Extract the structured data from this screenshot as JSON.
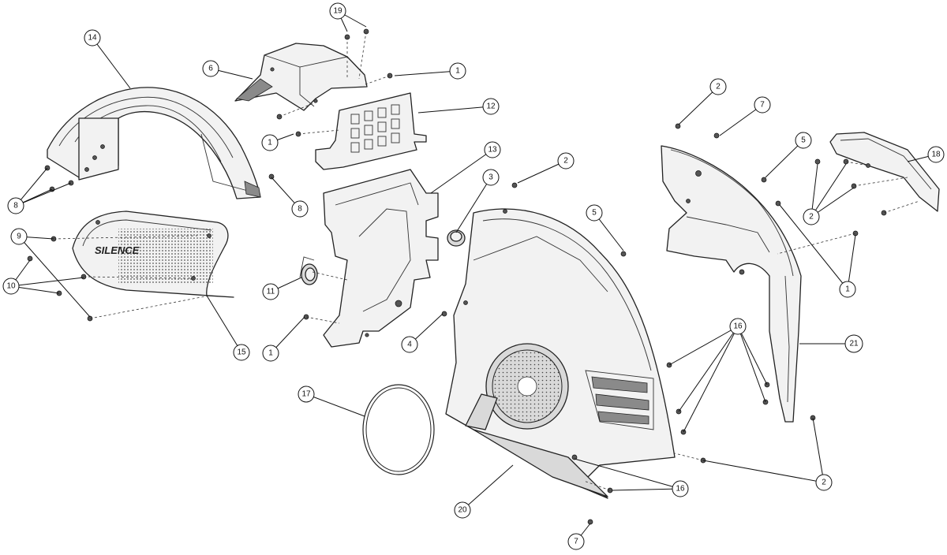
{
  "diagram": {
    "brand_text": "SILENCE",
    "callouts": [
      {
        "label": "1"
      },
      {
        "label": "1"
      },
      {
        "label": "1"
      },
      {
        "label": "1"
      },
      {
        "label": "2"
      },
      {
        "label": "2"
      },
      {
        "label": "2"
      },
      {
        "label": "2"
      },
      {
        "label": "3"
      },
      {
        "label": "4"
      },
      {
        "label": "5"
      },
      {
        "label": "5"
      },
      {
        "label": "6"
      },
      {
        "label": "7"
      },
      {
        "label": "7"
      },
      {
        "label": "8"
      },
      {
        "label": "8"
      },
      {
        "label": "9"
      },
      {
        "label": "10"
      },
      {
        "label": "11"
      },
      {
        "label": "12"
      },
      {
        "label": "13"
      },
      {
        "label": "14"
      },
      {
        "label": "15"
      },
      {
        "label": "16"
      },
      {
        "label": "16"
      },
      {
        "label": "17"
      },
      {
        "label": "18"
      },
      {
        "label": "19"
      },
      {
        "label": "20"
      },
      {
        "label": "21"
      }
    ]
  }
}
